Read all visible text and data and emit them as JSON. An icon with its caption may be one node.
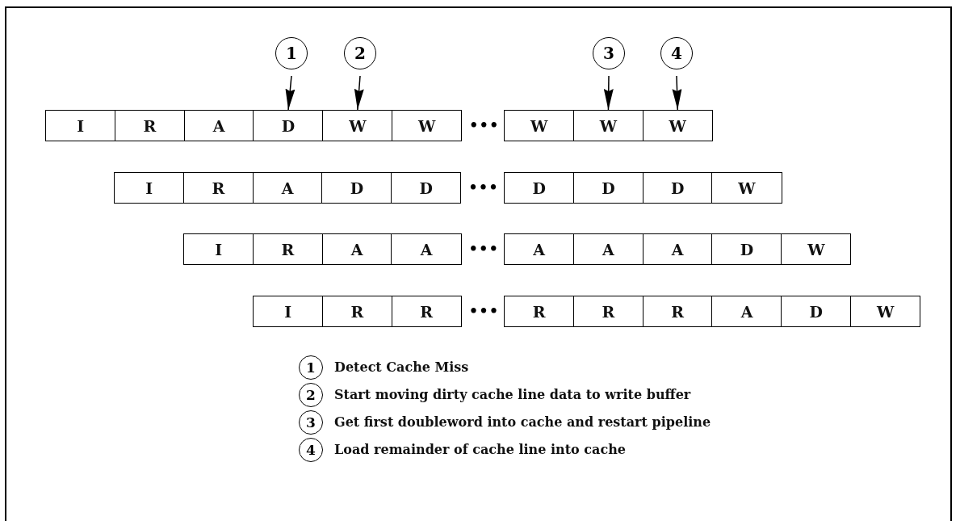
{
  "diagram": {
    "nodes": [
      {
        "text": [
          "1"
        ]
      },
      {
        "text": [
          "2"
        ]
      },
      {
        "text": [
          "3"
        ]
      },
      {
        "text": [
          "4"
        ]
      },
      {
        "text": [
          "I"
        ]
      },
      {
        "text": [
          "R"
        ]
      },
      {
        "text": [
          "A"
        ]
      },
      {
        "text": [
          "D"
        ]
      },
      {
        "text": [
          "W"
        ]
      },
      {
        "text": [
          "W"
        ]
      },
      {
        "text": [
          "W"
        ]
      },
      {
        "text": [
          "W"
        ]
      },
      {
        "text": [
          "W"
        ]
      },
      {
        "text": [
          "I"
        ]
      },
      {
        "text": [
          "R"
        ]
      },
      {
        "text": [
          "A"
        ]
      },
      {
        "text": [
          "D"
        ]
      },
      {
        "text": [
          "D"
        ]
      },
      {
        "text": [
          "D"
        ]
      },
      {
        "text": [
          "D"
        ]
      },
      {
        "text": [
          "D"
        ]
      },
      {
        "text": [
          "W"
        ]
      },
      {
        "text": [
          "I"
        ]
      },
      {
        "text": [
          "R"
        ]
      },
      {
        "text": [
          "A"
        ]
      },
      {
        "text": [
          "A"
        ]
      },
      {
        "text": [
          "A"
        ]
      },
      {
        "text": [
          "A"
        ]
      },
      {
        "text": [
          "A"
        ]
      },
      {
        "text": [
          "D"
        ]
      },
      {
        "text": [
          "W"
        ]
      },
      {
        "text": [
          "I"
        ]
      },
      {
        "text": [
          "R"
        ]
      },
      {
        "text": [
          "R"
        ]
      },
      {
        "text": [
          "R"
        ]
      },
      {
        "text": [
          "R"
        ]
      },
      {
        "text": [
          "R"
        ]
      },
      {
        "text": [
          "A"
        ]
      },
      {
        "text": [
          "D"
        ]
      },
      {
        "text": [
          "W"
        ]
      },
      {
        "text": [
          "1"
        ],
        "beside": [
          "Detect Cache Miss"
        ]
      },
      {
        "text": [
          "2"
        ],
        "beside": [
          "Start moving dirty cache line data to write buffer"
        ]
      },
      {
        "text": [
          "3"
        ],
        "beside": [
          "Get first doubleword into cache and restart pipeline"
        ]
      },
      {
        "text": [
          "4"
        ],
        "beside": [
          "Load remainder of cache line into cache"
        ]
      }
    ],
    "edges": [
      {
        "from": 0,
        "to": 7,
        "arrow": "to"
      },
      {
        "from": 1,
        "to": 8,
        "arrow": "to"
      },
      {
        "from": 2,
        "to": 11,
        "arrow": "to"
      },
      {
        "from": 3,
        "to": 12,
        "arrow": "to"
      }
    ],
    "labels": [
      "•••",
      "•••",
      "•••",
      "•••"
    ]
  }
}
